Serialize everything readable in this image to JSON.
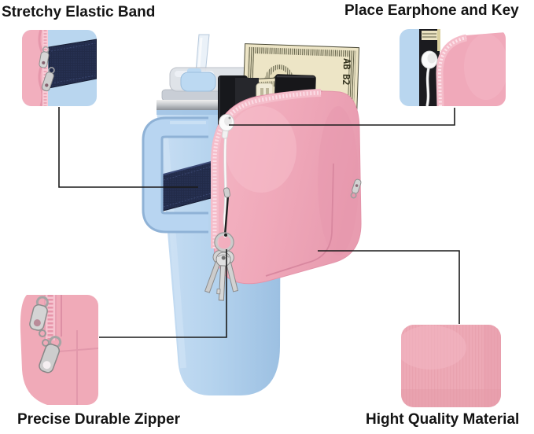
{
  "callouts": {
    "top_left": {
      "label": "Stretchy Elastic Band"
    },
    "top_right": {
      "label": "Place Earphone and Key"
    },
    "bottom_left": {
      "label": "Precise Durable Zipper"
    },
    "bottom_right": {
      "label": "Hight Quality Material"
    }
  },
  "bill": {
    "serial_line1": "AB",
    "serial_line2": "B2"
  },
  "colors": {
    "background": "#ffffff",
    "label_text": "#141414",
    "callout_line": "#1a1a1a",
    "tumbler_blue": "#b5d3ee",
    "handle_blue": "#b8d5f1",
    "pouch_pink": "#f0a9ba",
    "zipper_edge_pink": "#f5bdca",
    "elastic_band_navy": "#222b49",
    "zipper_metal_silver": "#cfcfcf",
    "bill_cream": "#ede5c6",
    "bill_ink": "#4a4936",
    "phone_black": "#17181c",
    "earphone_white": "#fbfbfb",
    "keys_silver": "#cccccc",
    "lid_clear": "#dde1e7",
    "rim_silver": "#c8cbcf"
  }
}
